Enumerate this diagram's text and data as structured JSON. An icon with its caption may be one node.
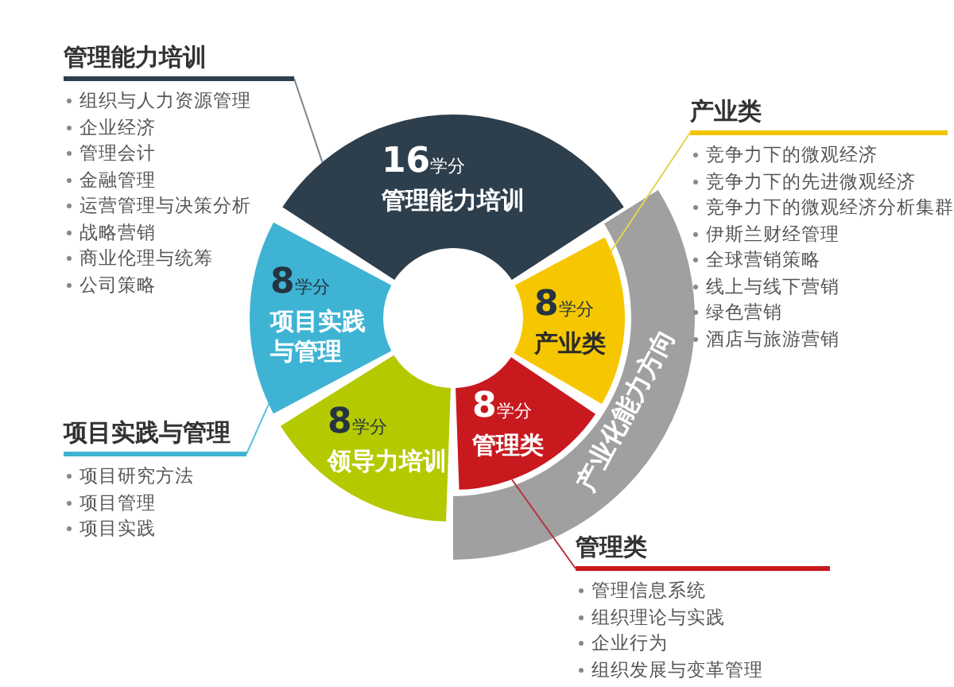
{
  "diagram": {
    "nodes": [
      {
        "text": [
          "管理能力培训",
          "组织与人力资源管理",
          "企业经济",
          "管理会计",
          "金融管理",
          "运营管理与决策分析",
          "战略营销",
          "商业伦理与统筹",
          "公司策略"
        ]
      },
      {
        "text": [
          "产业类",
          "竞争力下的微观经济",
          "竞争力下的先进微观经济",
          "竞争力下的微观经济分析集群",
          "伊斯兰财经管理",
          "全球营销策略",
          "线上与线下营销",
          "绿色营销",
          "酒店与旅游营销"
        ]
      },
      {
        "text": [
          "16学分",
          "管理能力培训"
        ]
      },
      {
        "text": [
          "8学分",
          "项目实践与管理"
        ]
      },
      {
        "text": [
          "8学分",
          "产业类"
        ]
      },
      {
        "text": [
          "产业化能力方向"
        ]
      },
      {
        "text": [
          "8学分",
          "领导力培训"
        ]
      },
      {
        "text": [
          "8学分",
          "管理类"
        ]
      },
      {
        "text": [
          "项目实践与管理",
          "项目研究方法",
          "项目管理",
          "项目实践"
        ]
      },
      {
        "text": [
          "管理类",
          "管理信息系统",
          "组织理论与实践",
          "企业行为",
          "组织发展与变革管理"
        ]
      }
    ],
    "edges": [
      {
        "from": 0,
        "to": 2,
        "arrow": "none",
        "color": "#7d858c"
      },
      {
        "from": 1,
        "to": 4,
        "arrow": "none",
        "color": "#e6d44c"
      },
      {
        "from": 8,
        "to": 3,
        "arrow": "none",
        "color": "#5fbfd9"
      },
      {
        "from": 9,
        "to": 7,
        "arrow": "none",
        "color": "#b3323b"
      }
    ]
  }
}
